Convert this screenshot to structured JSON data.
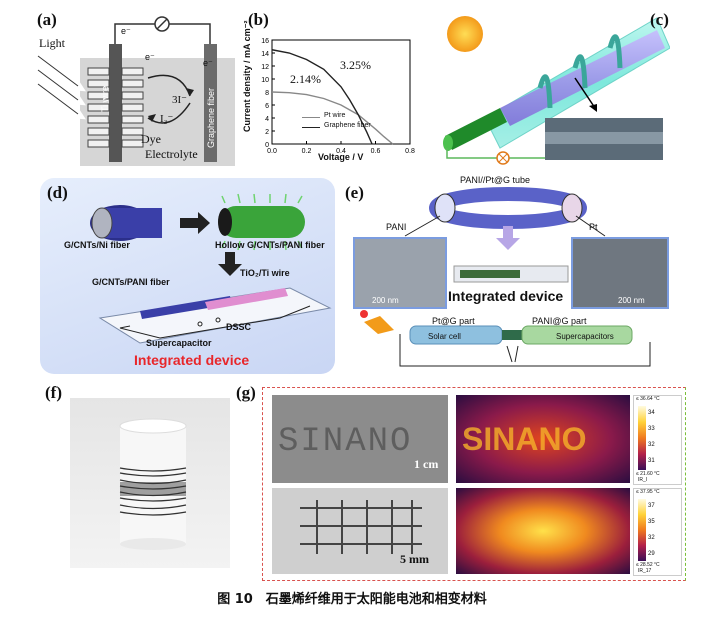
{
  "panels": {
    "a": {
      "label": "(a)",
      "light": "Light",
      "e_minus_left": "e⁻",
      "e_minus_right": "e⁻",
      "e_minus_top": "e⁻",
      "triiodide": "3I⁻",
      "iodide": "I₃⁻",
      "ti_wire": "Ti wire",
      "graphene_fiber": "Graphene fiber",
      "dye": "Dye",
      "electrolyte": "Electrolyte"
    },
    "b": {
      "label": "(b)",
      "ylabel": "Current density / mA cm⁻²",
      "xlabel": "Voltage / V",
      "eff_high": "3.25%",
      "eff_low": "2.14%",
      "legend_pt": "Pt wire",
      "legend_graphene": "Graphene fiber"
    },
    "c": {
      "label": "(c)"
    },
    "d": {
      "label": "(d)",
      "fiber1": "G/CNTs/Ni fiber",
      "fiber2": "Hollow G/CNTs/PANI fiber",
      "fiber3": "G/CNTs/PANI fiber",
      "tio2": "TiO₂/Ti wire",
      "dssc": "DSSC",
      "supercap": "Supercapacitor",
      "integrated": "Integrated device"
    },
    "e": {
      "label": "(e)",
      "tube": "PANI//Pt@G tube",
      "pani": "PANI",
      "pt": "Pt",
      "scale1": "200 nm",
      "scale2": "200 nm",
      "integrated": "Integrated device",
      "pt_part": "Pt@G part",
      "pani_part": "PANI@G part",
      "solar": "Solar cell",
      "supercaps": "Supercapacitors"
    },
    "f": {
      "label": "(f)"
    },
    "g": {
      "label": "(g)",
      "sinano": "SINANO",
      "scale_cm": "1 cm",
      "scale_mm": "5 mm",
      "cb1_max": "≤ 36.64 °C",
      "cb1_min": "≤ 21.60 °C",
      "cb1_id": "IR_I",
      "cb1_ticks": [
        "34",
        "33",
        "32",
        "31"
      ],
      "cb2_max": "≤ 37.95 °C",
      "cb2_min": "≤ 28.52 °C",
      "cb2_id": "IR_17",
      "cb2_ticks": [
        "37",
        "35",
        "32",
        "29"
      ]
    }
  },
  "caption": "图 10　石墨烯纤维用于太阳能电池和相变材料",
  "chart_data": {
    "type": "line",
    "xlabel": "Voltage / V",
    "ylabel": "Current density / mA cm⁻²",
    "xlim": [
      0,
      0.8
    ],
    "ylim": [
      0,
      16
    ],
    "xticks": [
      "0.0",
      "0.2",
      "0.4",
      "0.6",
      "0.8"
    ],
    "yticks": [
      "0",
      "2",
      "4",
      "6",
      "8",
      "10",
      "12",
      "14",
      "16"
    ],
    "series": [
      {
        "name": "Pt wire",
        "color": "#888888",
        "x": [
          0,
          0.1,
          0.2,
          0.3,
          0.4,
          0.5,
          0.6,
          0.65,
          0.7
        ],
        "y": [
          8.0,
          7.9,
          7.6,
          7.0,
          6.0,
          4.5,
          2.3,
          1.1,
          0
        ]
      },
      {
        "name": "Graphene fiber",
        "color": "#222222",
        "x": [
          0,
          0.1,
          0.2,
          0.3,
          0.4,
          0.45,
          0.5,
          0.55,
          0.58
        ],
        "y": [
          14.5,
          14.0,
          13.0,
          11.5,
          8.8,
          6.8,
          4.5,
          1.8,
          0
        ]
      }
    ],
    "annotations": [
      "3.25%",
      "2.14%"
    ],
    "legend": "bottom-left"
  }
}
